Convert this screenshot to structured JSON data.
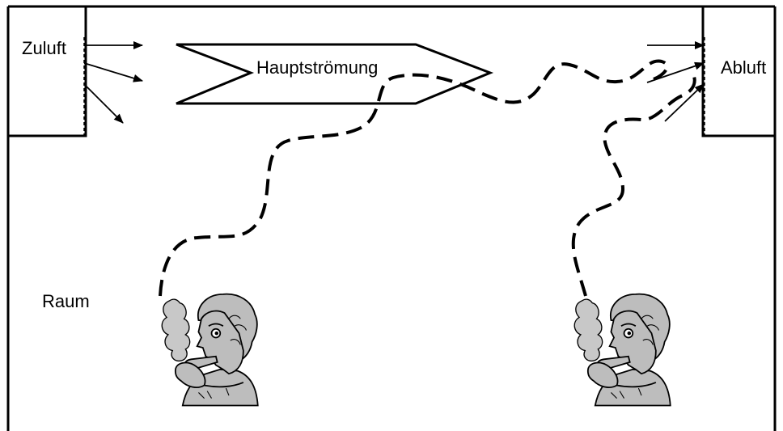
{
  "diagram": {
    "labels": {
      "supply_air": "Zuluft",
      "main_flow": "Hauptströmung",
      "exhaust_air": "Abluft",
      "room": "Raum"
    },
    "colors": {
      "line": "#000000",
      "background": "#ffffff",
      "figure_fill": "#bdbdbd",
      "smoke_fill": "#c8c8c8"
    },
    "icons": {
      "person": "smoking-person-icon",
      "smoke": "smoke-cloud-icon"
    }
  }
}
